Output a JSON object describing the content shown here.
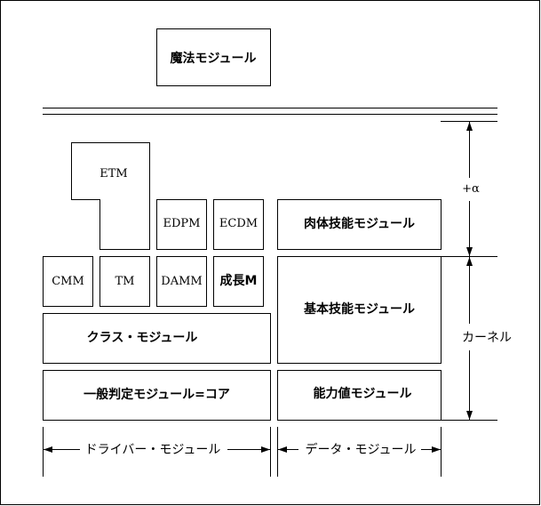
{
  "modules": {
    "magic": "魔法モジュール",
    "etm": "ETM",
    "edpm": "EDPM",
    "ecdm": "ECDM",
    "body_skill": "肉体技能モジュール",
    "cmm": "CMM",
    "tm": "TM",
    "damm": "DAMM",
    "growth": "成長M",
    "basic_skill": "基本技能モジュール",
    "class": "クラス・モジュール",
    "general": "一般判定モジュール=コア",
    "ability": "能力値モジュール"
  },
  "annotations": {
    "plus_alpha": "+α",
    "kernel": "カーネル",
    "driver": "ドライバー・モジュール",
    "data": "データ・モジュール"
  }
}
